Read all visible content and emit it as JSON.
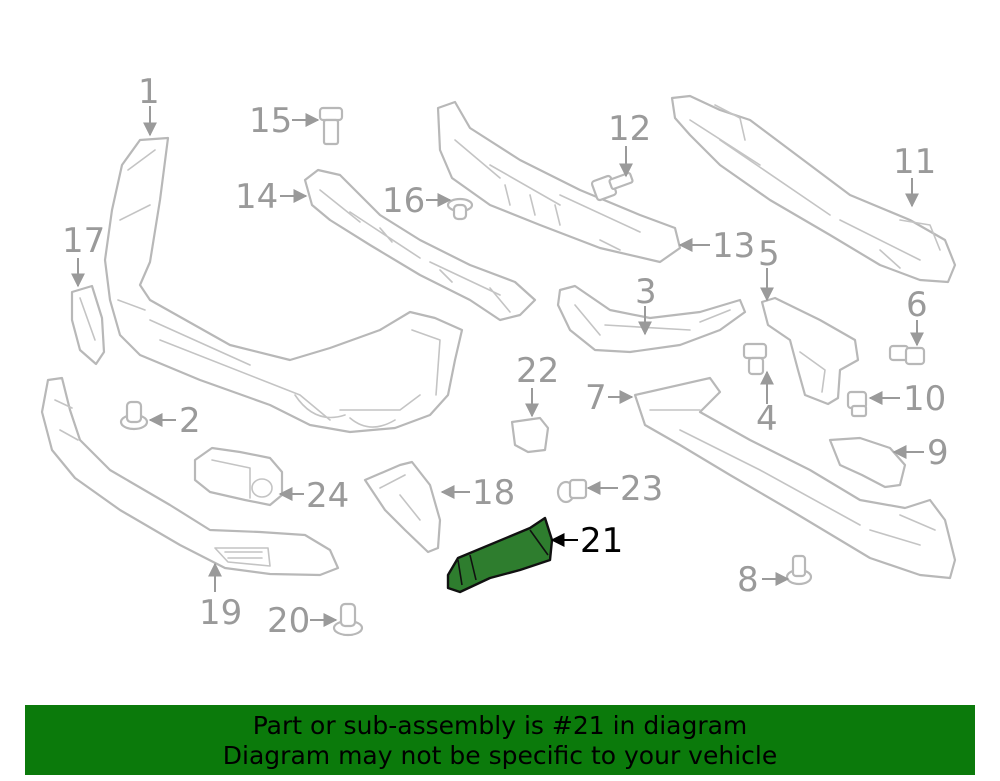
{
  "diagram": {
    "highlighted_part": "21",
    "highlight_color": "#2e7d2e",
    "callouts": [
      "1",
      "2",
      "3",
      "4",
      "5",
      "6",
      "7",
      "8",
      "9",
      "10",
      "11",
      "12",
      "13",
      "14",
      "15",
      "16",
      "17",
      "18",
      "19",
      "20",
      "21",
      "22",
      "23",
      "24"
    ]
  },
  "banner": {
    "line1": "Part or sub-assembly is #21 in diagram",
    "line2": "Diagram may not be specific to your vehicle",
    "background": "#0b7a0b"
  }
}
